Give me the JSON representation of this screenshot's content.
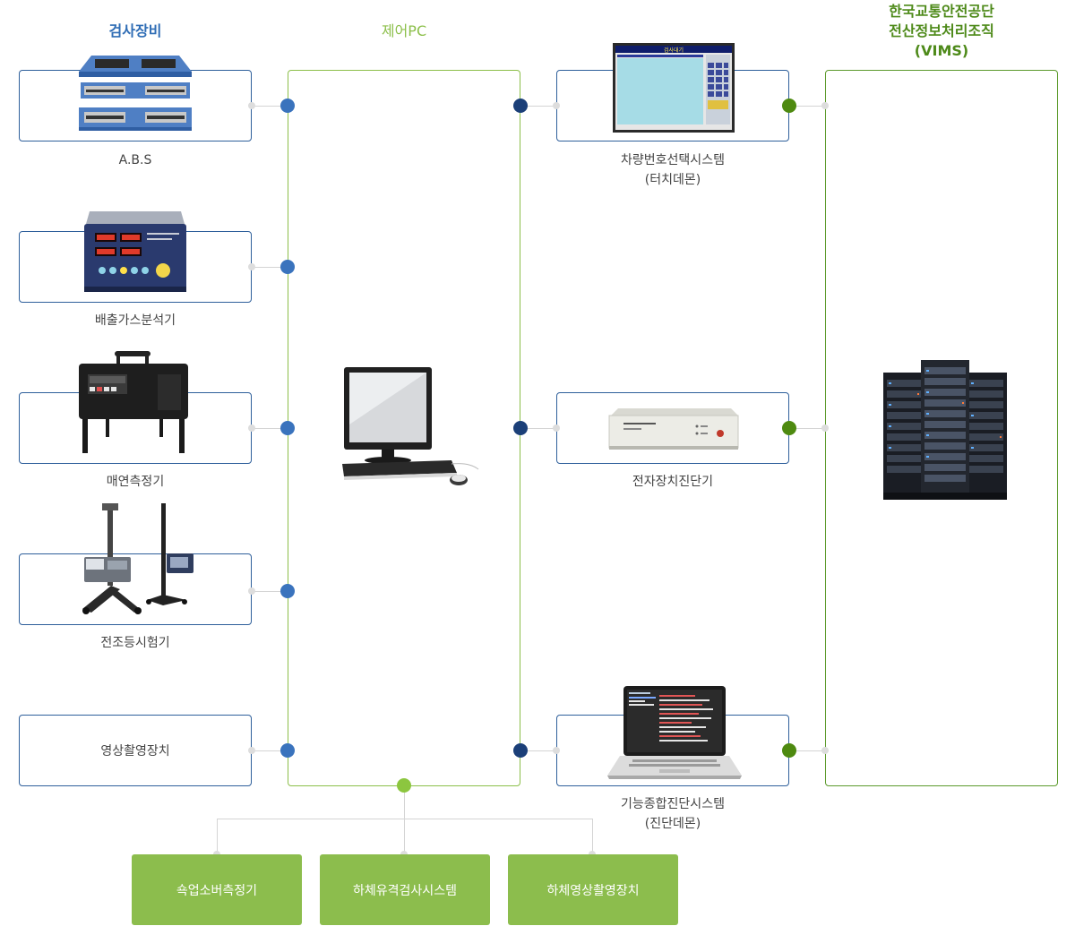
{
  "headings": {
    "equipment": "검사장비",
    "control_pc": "제어PC",
    "vims_line1": "한국교통안전공단",
    "vims_line2": "전산정보처리조직",
    "vims_line3": "(VIMS)"
  },
  "equipment": [
    {
      "label": "A.B.S",
      "image": "abs-machine"
    },
    {
      "label": "배출가스분석기",
      "image": "gas-analyzer"
    },
    {
      "label": "매연측정기",
      "image": "smoke-meter"
    },
    {
      "label": "전조등시험기",
      "image": "headlight-tester"
    },
    {
      "label": "영상촬영장치",
      "image": null
    }
  ],
  "systems": [
    {
      "label_line1": "차량번호선택시스템",
      "label_line2": "(터치데몬)",
      "image": "touch-screen"
    },
    {
      "label_line1": "전자장치진단기",
      "label_line2": "",
      "image": "diagnostic-box"
    },
    {
      "label_line1": "기능종합진단시스템",
      "label_line2": "(진단데몬)",
      "image": "laptop"
    }
  ],
  "screen_title": "검사대기",
  "bottom_devices": [
    "쇽업소버측정기",
    "하체유격검사시스템",
    "하체영상촬영장치"
  ],
  "colors": {
    "blue_heading": "#2f6db5",
    "pc_green": "#8cbf4a",
    "vims_green": "#4e8a1a",
    "button_green": "#8cbd4d",
    "dot_blue": "#3a73bd",
    "dot_navy": "#1b3f78",
    "dot_green": "#4e8a10"
  }
}
